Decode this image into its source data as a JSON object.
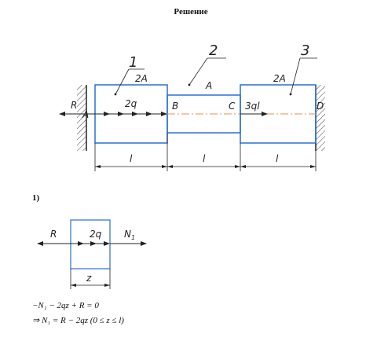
{
  "title": "Решение",
  "section_numbers": [
    "1",
    "2",
    "3"
  ],
  "areas": {
    "s1": "2A",
    "s2": "A",
    "s3": "2A"
  },
  "labels": {
    "R": "R",
    "A": "A",
    "q": "2q",
    "B": "B",
    "C": "C",
    "F": "3ql",
    "D": "D",
    "l1": "l",
    "l2": "l",
    "l3": "l"
  },
  "step": "1)",
  "fbd": {
    "R": "R",
    "q": "2q",
    "N": "N",
    "N_sub": "1",
    "z": "z"
  },
  "equations": {
    "eq1": "−N₁ − 2qz + R = 0",
    "eq2": "⇒ N₁ = R − 2qz (0 ≤ z ≤ l)"
  },
  "colors": {
    "outline": "#2a6fd6",
    "axis": "#e8924a",
    "line": "#222222"
  }
}
